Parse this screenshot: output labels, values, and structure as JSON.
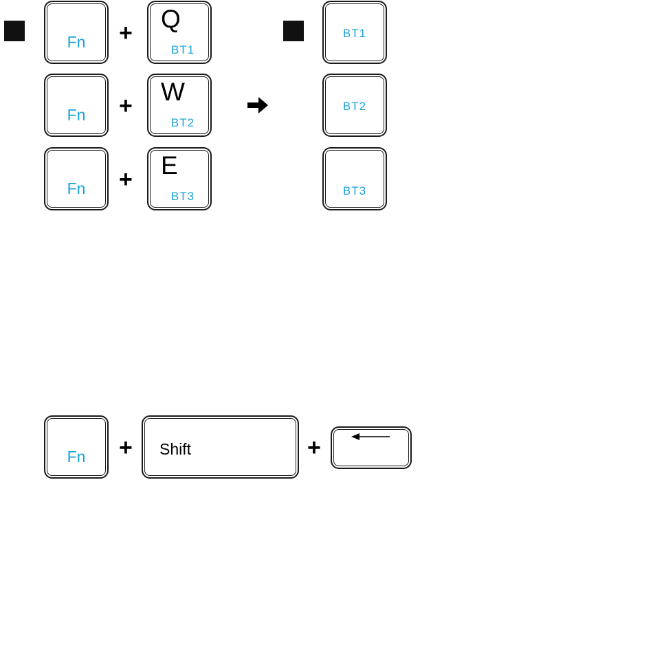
{
  "section1": {
    "rows": [
      {
        "fn": "Fn",
        "plus": "+",
        "key": "Q",
        "key_sub": "BT1",
        "result": "BT1"
      },
      {
        "fn": "Fn",
        "plus": "+",
        "key": "W",
        "key_sub": "BT2",
        "result": "BT2"
      },
      {
        "fn": "Fn",
        "plus": "+",
        "key": "E",
        "key_sub": "BT3",
        "result": "BT3"
      }
    ],
    "arrow_icon": "arrow-right-icon",
    "bullet_icon": "square-bullet-icon"
  },
  "section2": {
    "fn": "Fn",
    "plus1": "+",
    "shift": "Shift",
    "plus2": "+",
    "backspace_icon": "backspace-arrow-icon"
  },
  "colors": {
    "accent": "#1aa3d9",
    "outline": "#1a1a1a"
  }
}
